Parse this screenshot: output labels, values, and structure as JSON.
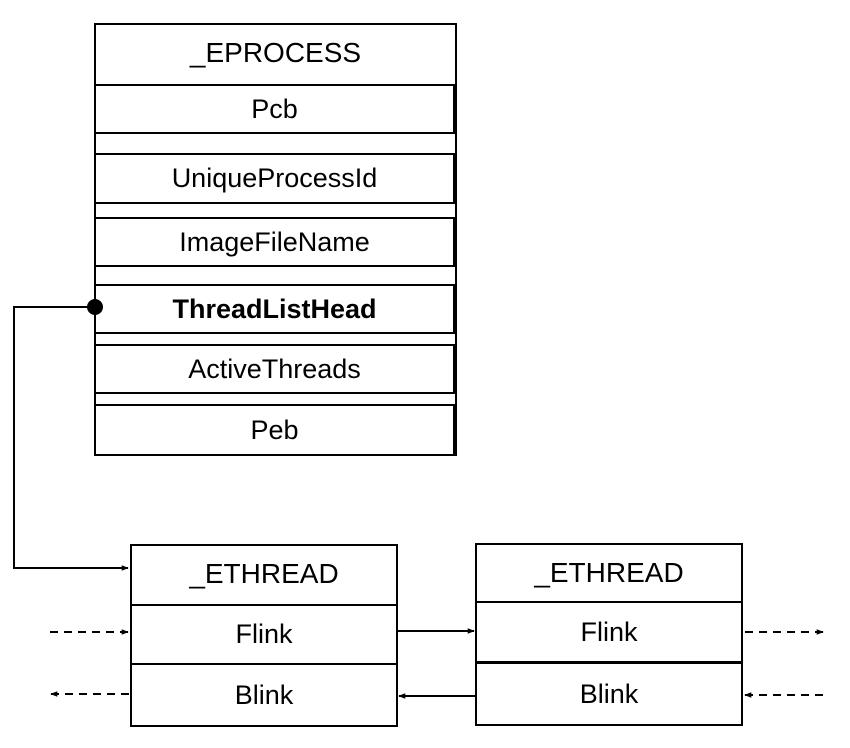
{
  "eprocess": {
    "title": "_EPROCESS",
    "fields": {
      "pcb": "Pcb",
      "unique_process_id": "UniqueProcessId",
      "image_file_name": "ImageFileName",
      "thread_list_head": "ThreadListHead",
      "active_threads": "ActiveThreads",
      "peb": "Peb"
    }
  },
  "ethread_left": {
    "title": "_ETHREAD",
    "flink": "Flink",
    "blink": "Blink"
  },
  "ethread_right": {
    "title": "_ETHREAD",
    "flink": "Flink",
    "blink": "Blink"
  }
}
